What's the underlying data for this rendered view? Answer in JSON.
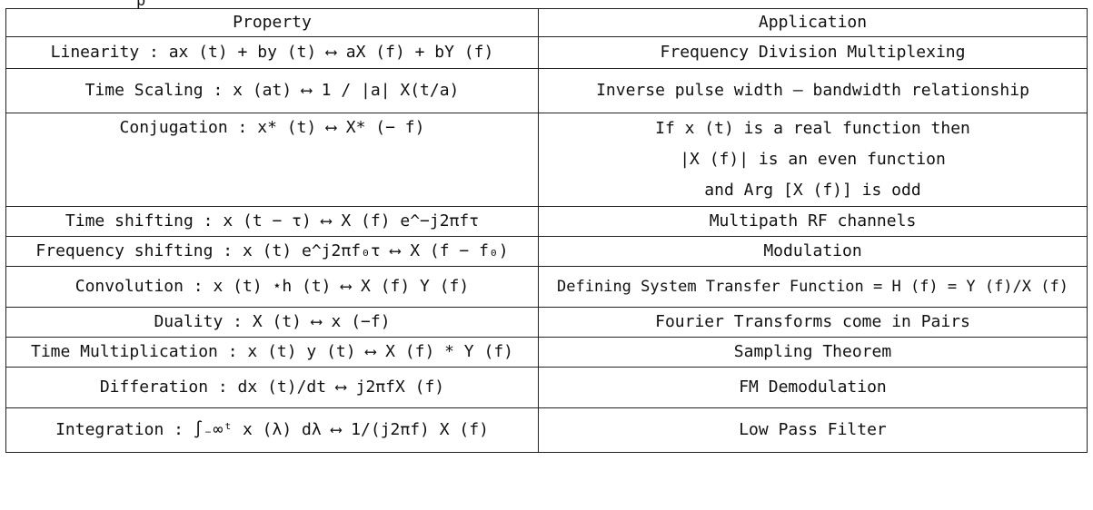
{
  "fragment": "p",
  "headers": {
    "property": "Property",
    "application": "Application"
  },
  "rows": [
    {
      "property": "Linearity : ax (t) + by (t) ⟷ aX (f) + bY (f)",
      "application": "Frequency Division Multiplexing"
    },
    {
      "property": "Time Scaling : x (at) ⟷ 1 / |a| X(t/a)",
      "application": "Inverse pulse width – bandwidth relationship"
    },
    {
      "property": "Conjugation : x* (t) ⟷ X* (− f)",
      "application_lines": [
        "If x (t) is a real function then",
        "|X (f)| is an even function",
        "and Arg [X (f)] is odd"
      ]
    },
    {
      "property": "Time shifting : x (t − τ) ⟷ X (f) e^−j2πfτ",
      "application": "Multipath RF channels"
    },
    {
      "property": "Frequency shifting : x (t) e^j2πf₀τ ⟷ X (f − f₀)",
      "application": "Modulation"
    },
    {
      "property": "Convolution : x (t) ⋆h (t) ⟷ X (f) Y (f)",
      "application": "Defining System Transfer Function = H (f) = Y (f)/X (f)"
    },
    {
      "property": "Duality : X (t) ⟷ x (−f)",
      "application": "Fourier Transforms come in Pairs"
    },
    {
      "property": "Time Multiplication : x (t) y (t) ⟷ X (f) * Y (f)",
      "application": "Sampling Theorem"
    },
    {
      "property": "Differation : dx (t)/dt ⟷ j2πfX (f)",
      "application": "FM Demodulation"
    },
    {
      "property": "Integration : ∫₋∞ᵗ x (λ) dλ ⟷ 1/(j2πf) X (f)",
      "application": "Low Pass Filter"
    }
  ]
}
